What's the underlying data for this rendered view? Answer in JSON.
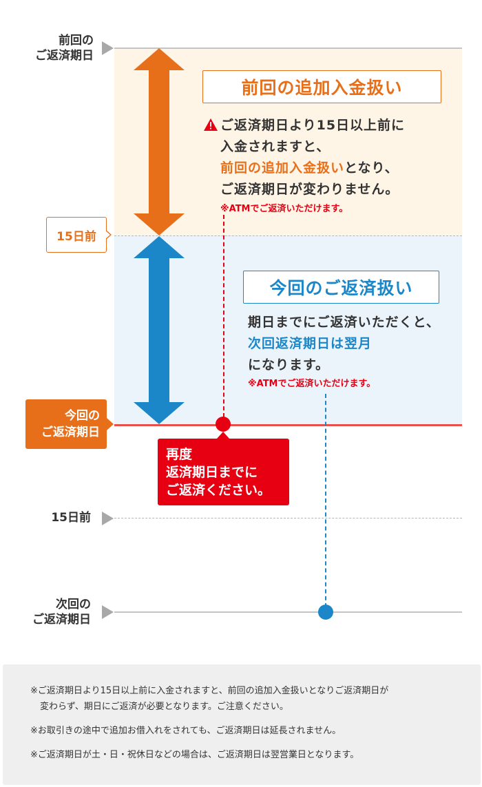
{
  "timeline": {
    "prev_due_line1": "前回の",
    "prev_due_line2": "ご返済期日",
    "days_before_a": "15日前",
    "current_due_line1": "今回の",
    "current_due_line2": "ご返済期日",
    "days_before_b": "15日前",
    "next_due_line1": "次回の",
    "next_due_line2": "ご返済期日"
  },
  "section_prev": {
    "title": "前回の追加入金扱い",
    "line1": "ご返済期日より15日以上前に",
    "line2": "入金されますと、",
    "line3_highlight": "前回の追加入金扱い",
    "line3_rest": "となり、",
    "line4": "ご返済期日が変わりません。",
    "note": "※ATMでご返済いただけます。"
  },
  "section_current": {
    "title": "今回のご返済扱い",
    "line1": "期日までにご返済いただくと、",
    "line2_highlight": "次回返済期日は翌月",
    "line3": "になります。",
    "note": "※ATMでご返済いただけます。"
  },
  "callout": {
    "line1": "再度",
    "line2": "返済期日までに",
    "line3": "ご返済ください。"
  },
  "footnotes": [
    "※ご返済期日より15日以上前に入金されますと、前回の追加入金扱いとなりご返済期日が",
    "変わらず、期日にご返済が必要となります。ご注意ください。",
    "※お取引きの途中で追加お借入れをされても、ご返済期日は延長されません。",
    "※ご返済期日が土・日・祝休日などの場合は、ご返済期日は翌営業日となります。"
  ],
  "colors": {
    "orange": "#e86f1a",
    "blue": "#1b87c9",
    "red": "#e60012"
  }
}
